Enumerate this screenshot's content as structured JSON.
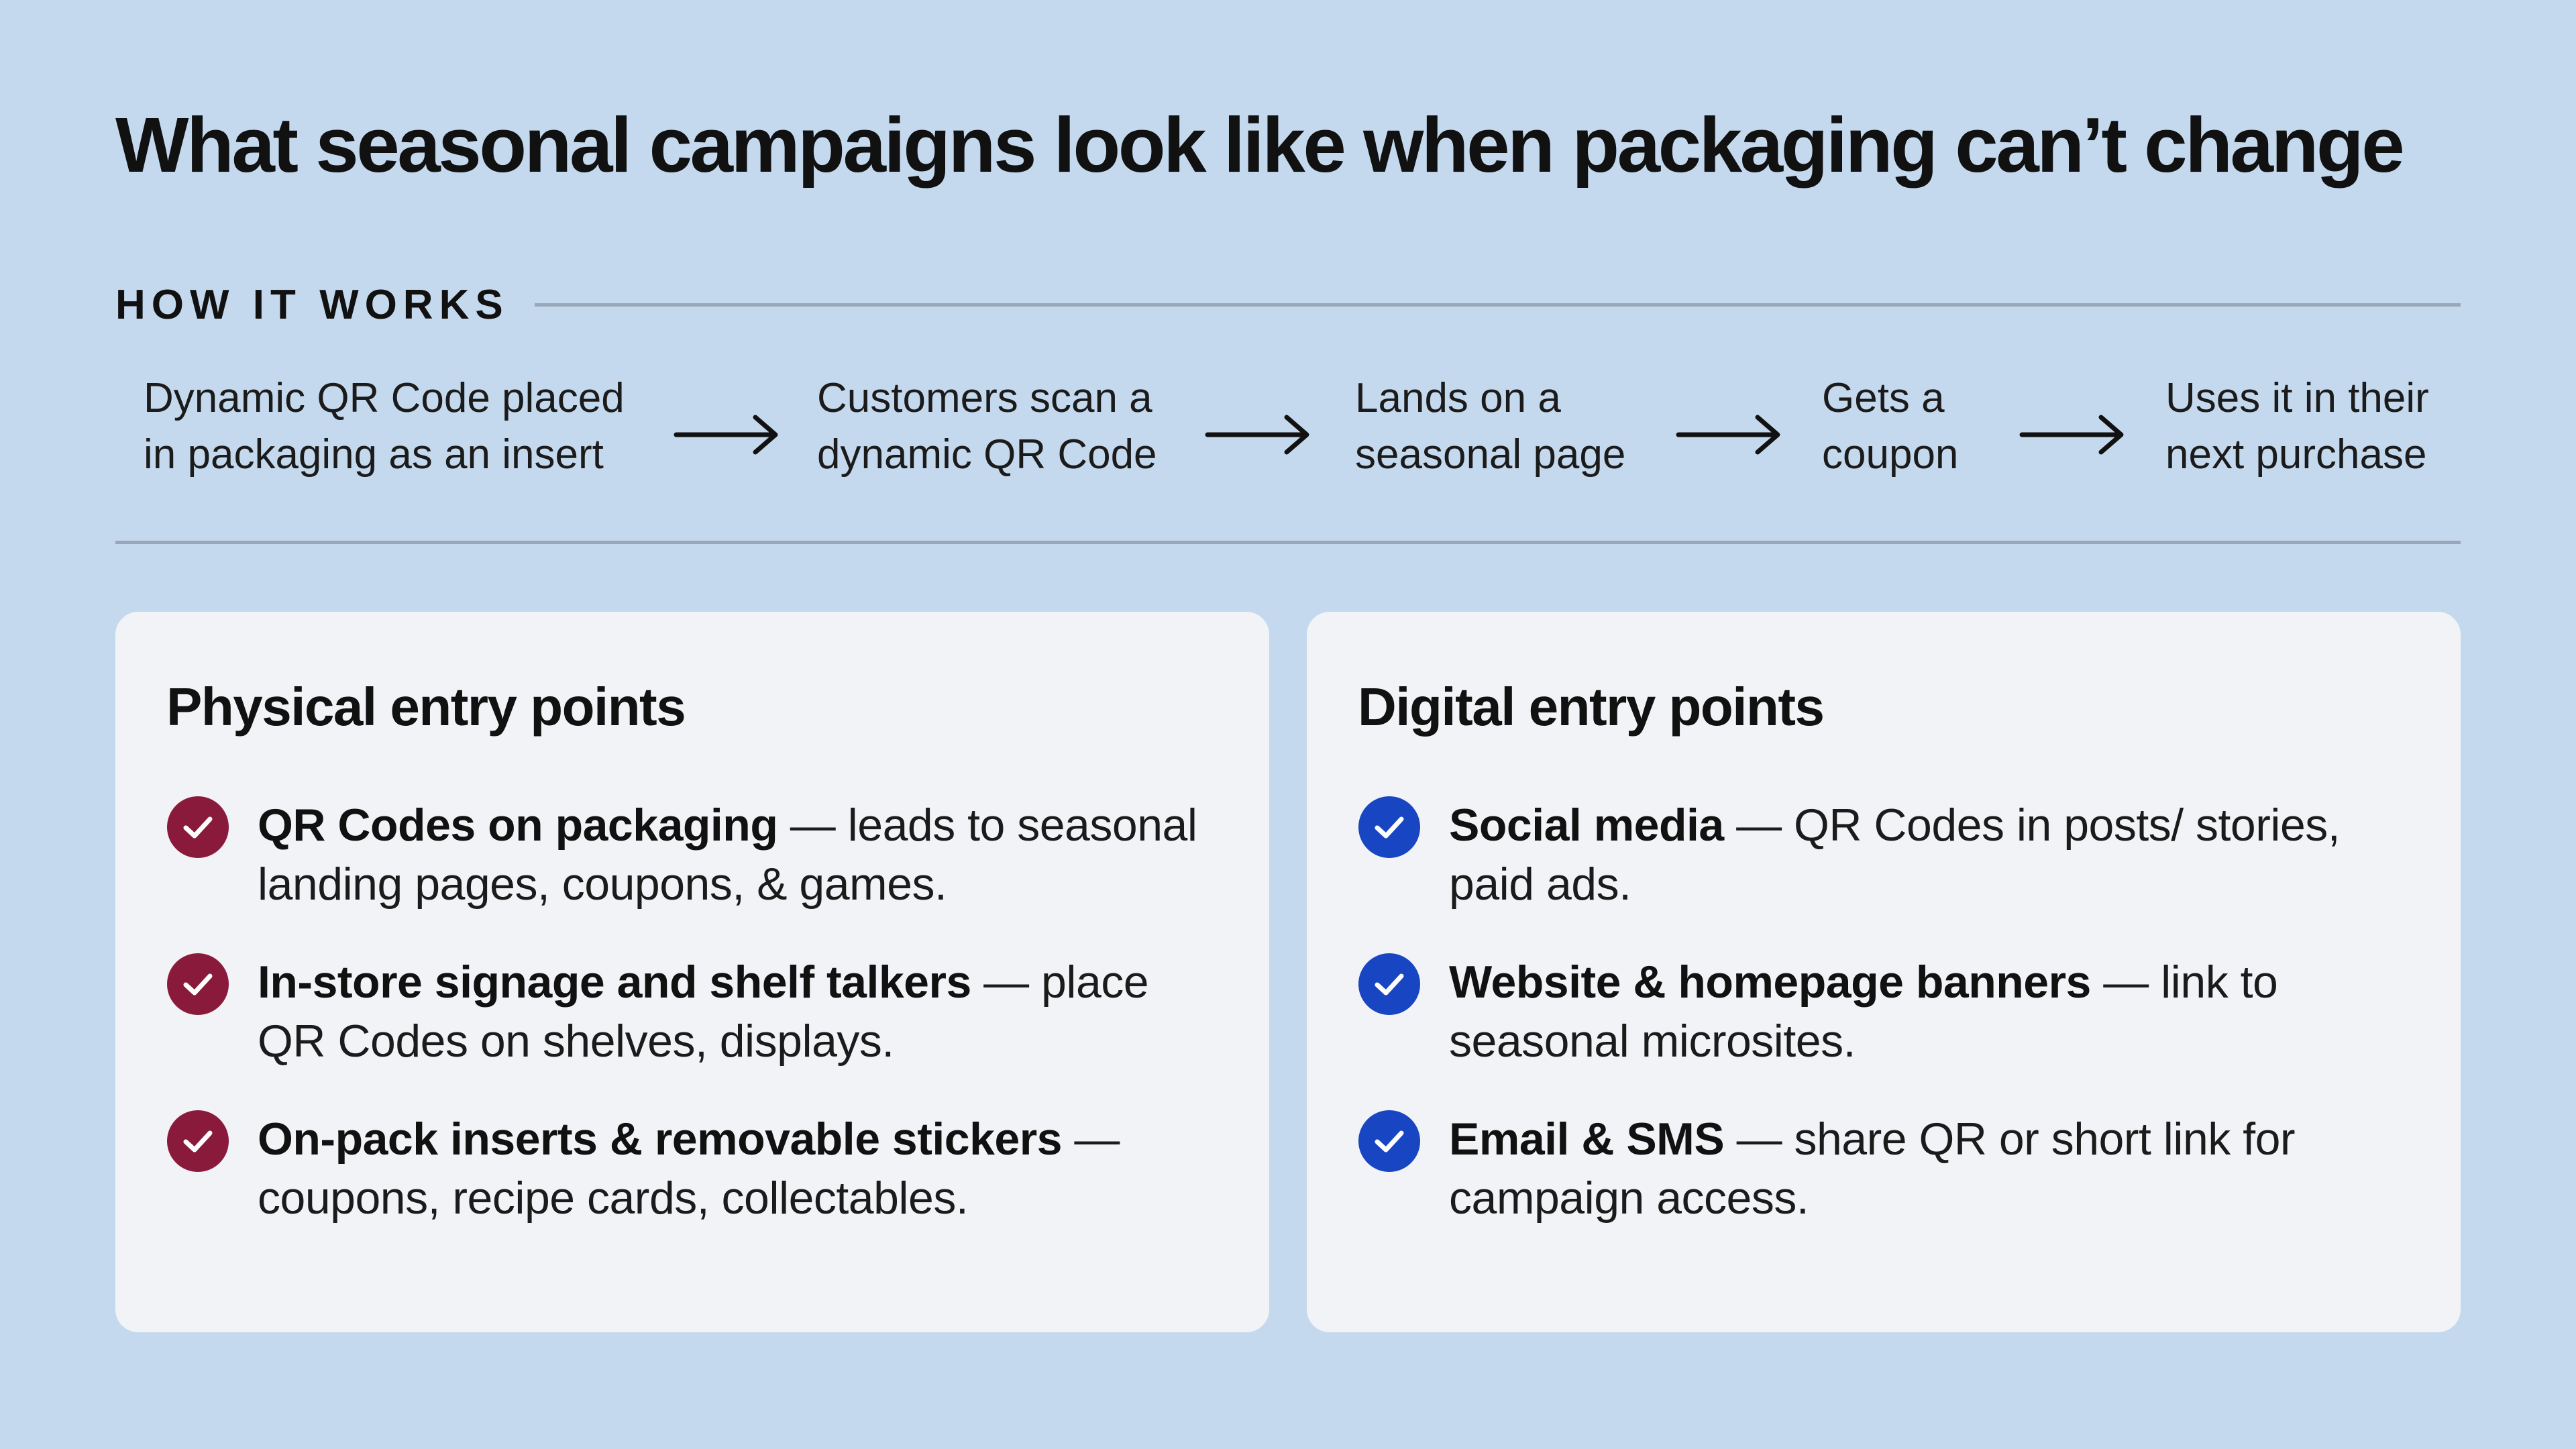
{
  "title": "What seasonal campaigns look like when packaging can’t change",
  "how_it_works": {
    "label": "HOW IT WORKS",
    "steps": [
      "Dynamic QR Code placed\nin packaging as an insert",
      "Customers scan a\ndynamic QR Code",
      "Lands on a\nseasonal page",
      "Gets a\ncoupon",
      "Uses it in their\nnext purchase"
    ]
  },
  "physical": {
    "title": "Physical entry points",
    "check_color": "#8a1a3c",
    "items": [
      {
        "bold": "QR Codes on packaging",
        "text": " — leads to seasonal landing pages, coupons, & games."
      },
      {
        "bold": "In-store signage and shelf talkers",
        "text": " — place QR Codes on shelves, displays."
      },
      {
        "bold": "On-pack inserts & removable stickers",
        "text": " — coupons, recipe cards, collectables."
      }
    ]
  },
  "digital": {
    "title": "Digital entry points",
    "check_color": "#1845c2",
    "items": [
      {
        "bold": "Social media",
        "text": " — QR Codes in posts/ stories, paid ads."
      },
      {
        "bold": "Website & homepage banners",
        "text": " — link to seasonal microsites."
      },
      {
        "bold": "Email & SMS",
        "text": " — share QR or short link for campaign access."
      }
    ]
  },
  "colors": {
    "background": "#c5d9ee",
    "card": "#f2f3f6",
    "text": "#111111",
    "rule": "#98a8b9"
  },
  "icons": {
    "flow_arrow": "arrow-right-icon",
    "check": "check-circle-icon"
  }
}
